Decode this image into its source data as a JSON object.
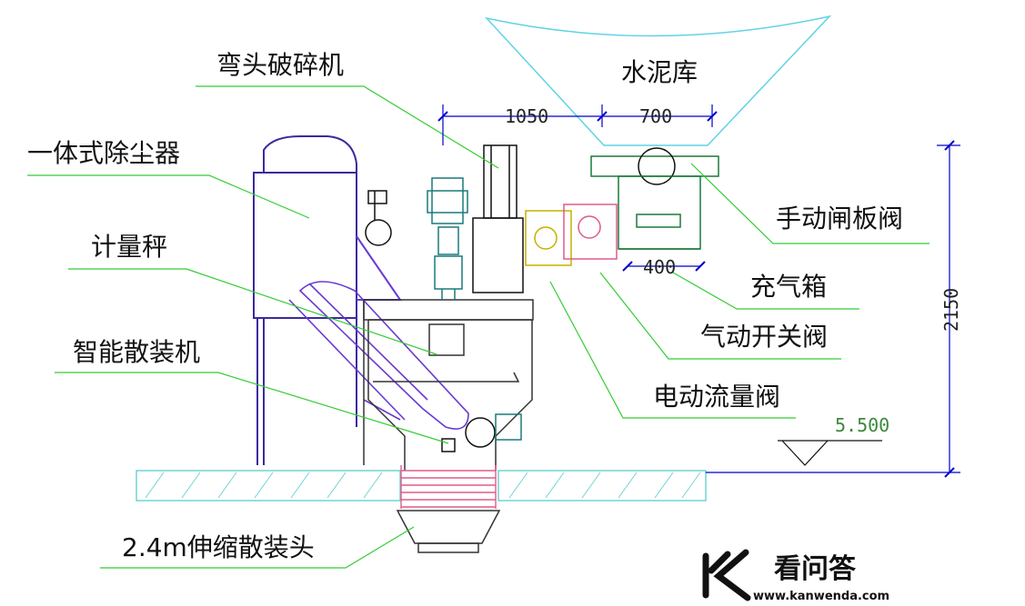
{
  "labels": {
    "cement_silo": "水泥库",
    "elbow_crusher": "弯头破碎机",
    "integrated_dust_collector": "一体式除尘器",
    "metering_scale": "计量秤",
    "smart_bulk_loader": "智能散装机",
    "telescopic_bulk_head": "2.4m伸缩散装头",
    "manual_gate_valve": "手动闸板阀",
    "aeration_box": "充气箱",
    "pneumatic_switch_valve": "气动开关阀",
    "electric_flow_valve": "电动流量阀"
  },
  "dimensions": {
    "d1050": "1050",
    "d700": "700",
    "d400": "400",
    "d2150": "2150"
  },
  "elevation": "5.500",
  "watermark": {
    "name": "看问答",
    "url": "www.kanwenda.com"
  },
  "colors": {
    "leader": "#33cc33",
    "silo": "#5fd3e6",
    "dust_collector": "#3a2a9e",
    "chute": "#6a3ad0",
    "pink": "#e05a8a",
    "dimension": "#0000cc",
    "ground": "#4ec9c9"
  }
}
